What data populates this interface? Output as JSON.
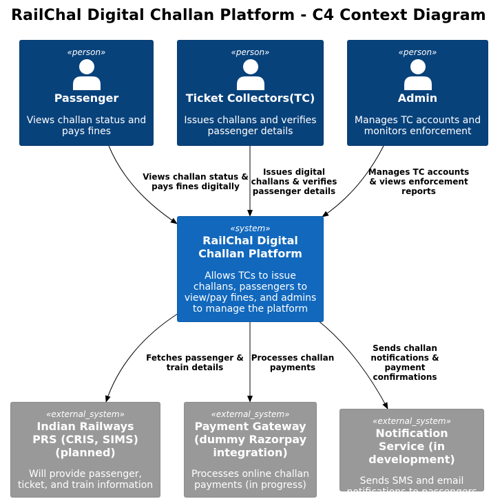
{
  "title": "RailChal Digital Challan Platform - C4 Context Diagram",
  "colors": {
    "person": "#08427b",
    "system": "#1168bd",
    "external_system": "#999999",
    "edge": "#000000"
  },
  "persons": [
    {
      "stereotype": "«person»",
      "name": "Passenger",
      "description": "Views challan status and pays fines",
      "icon": "person-icon"
    },
    {
      "stereotype": "«person»",
      "name": "Ticket Collectors(TC)",
      "description": "Issues challans and verifies passenger details",
      "icon": "person-icon"
    },
    {
      "stereotype": "«person»",
      "name": "Admin",
      "description": "Manages TC accounts and monitors enforcement",
      "icon": "person-icon"
    }
  ],
  "system": {
    "stereotype": "«system»",
    "name": "RailChal Digital Challan Platform",
    "description": "Allows TCs to issue challans, passengers to view/pay fines, and admins to manage the platform"
  },
  "external_systems": [
    {
      "stereotype": "«external_system»",
      "name": "Indian Railways PRS (CRIS, SIMS) (planned)",
      "description": "Will provide passenger, ticket, and train information"
    },
    {
      "stereotype": "«external_system»",
      "name": "Payment Gateway (dummy Razorpay integration)",
      "description": "Processes online challan payments (in progress)"
    },
    {
      "stereotype": "«external_system»",
      "name": "Notification Service (in development)",
      "description": "Sends SMS and email notifications to passengers"
    }
  ],
  "relations": [
    {
      "label": "Views challan status & pays fines digitally"
    },
    {
      "label": "Issues digital challans & verifies passenger details"
    },
    {
      "label": "Manages TC accounts & views enforcement reports"
    },
    {
      "label": "Fetches passenger & train details"
    },
    {
      "label": "Processes challan payments"
    },
    {
      "label": "Sends challan notifications & payment confirmations"
    }
  ]
}
